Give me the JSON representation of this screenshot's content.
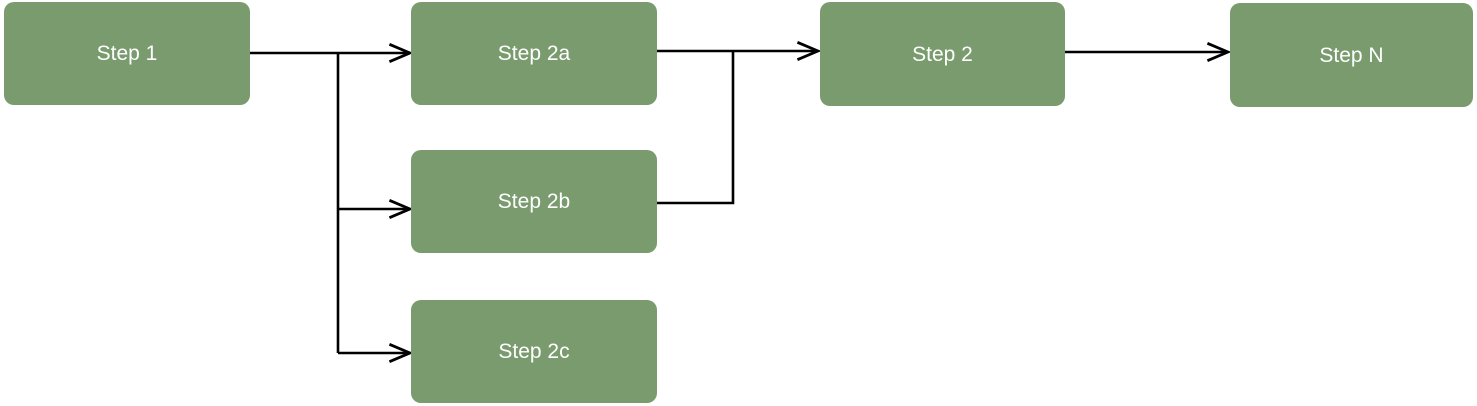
{
  "diagram": {
    "type": "flowchart",
    "orientation": "left-to-right",
    "background_color": "#ffffff",
    "node_fill_color": "#7a9b6e",
    "node_text_color": "#ffffff",
    "connector_color": "#000000",
    "arrowhead_style": "open-v",
    "nodes": [
      {
        "id": "step1",
        "label": "Step 1"
      },
      {
        "id": "step2a",
        "label": "Step 2a"
      },
      {
        "id": "step2b",
        "label": "Step 2b"
      },
      {
        "id": "step2c",
        "label": "Step 2c"
      },
      {
        "id": "step2",
        "label": "Step 2"
      },
      {
        "id": "stepN",
        "label": "Step N"
      }
    ],
    "edges": [
      {
        "from": "Step 1",
        "to": "Step 2a"
      },
      {
        "from": "Step 1",
        "to": "Step 2b"
      },
      {
        "from": "Step 1",
        "to": "Step 2c"
      },
      {
        "from": "Step 2a",
        "to": "Step 2"
      },
      {
        "from": "Step 2b",
        "to": "Step 2"
      },
      {
        "from": "Step 2",
        "to": "Step N"
      }
    ]
  }
}
